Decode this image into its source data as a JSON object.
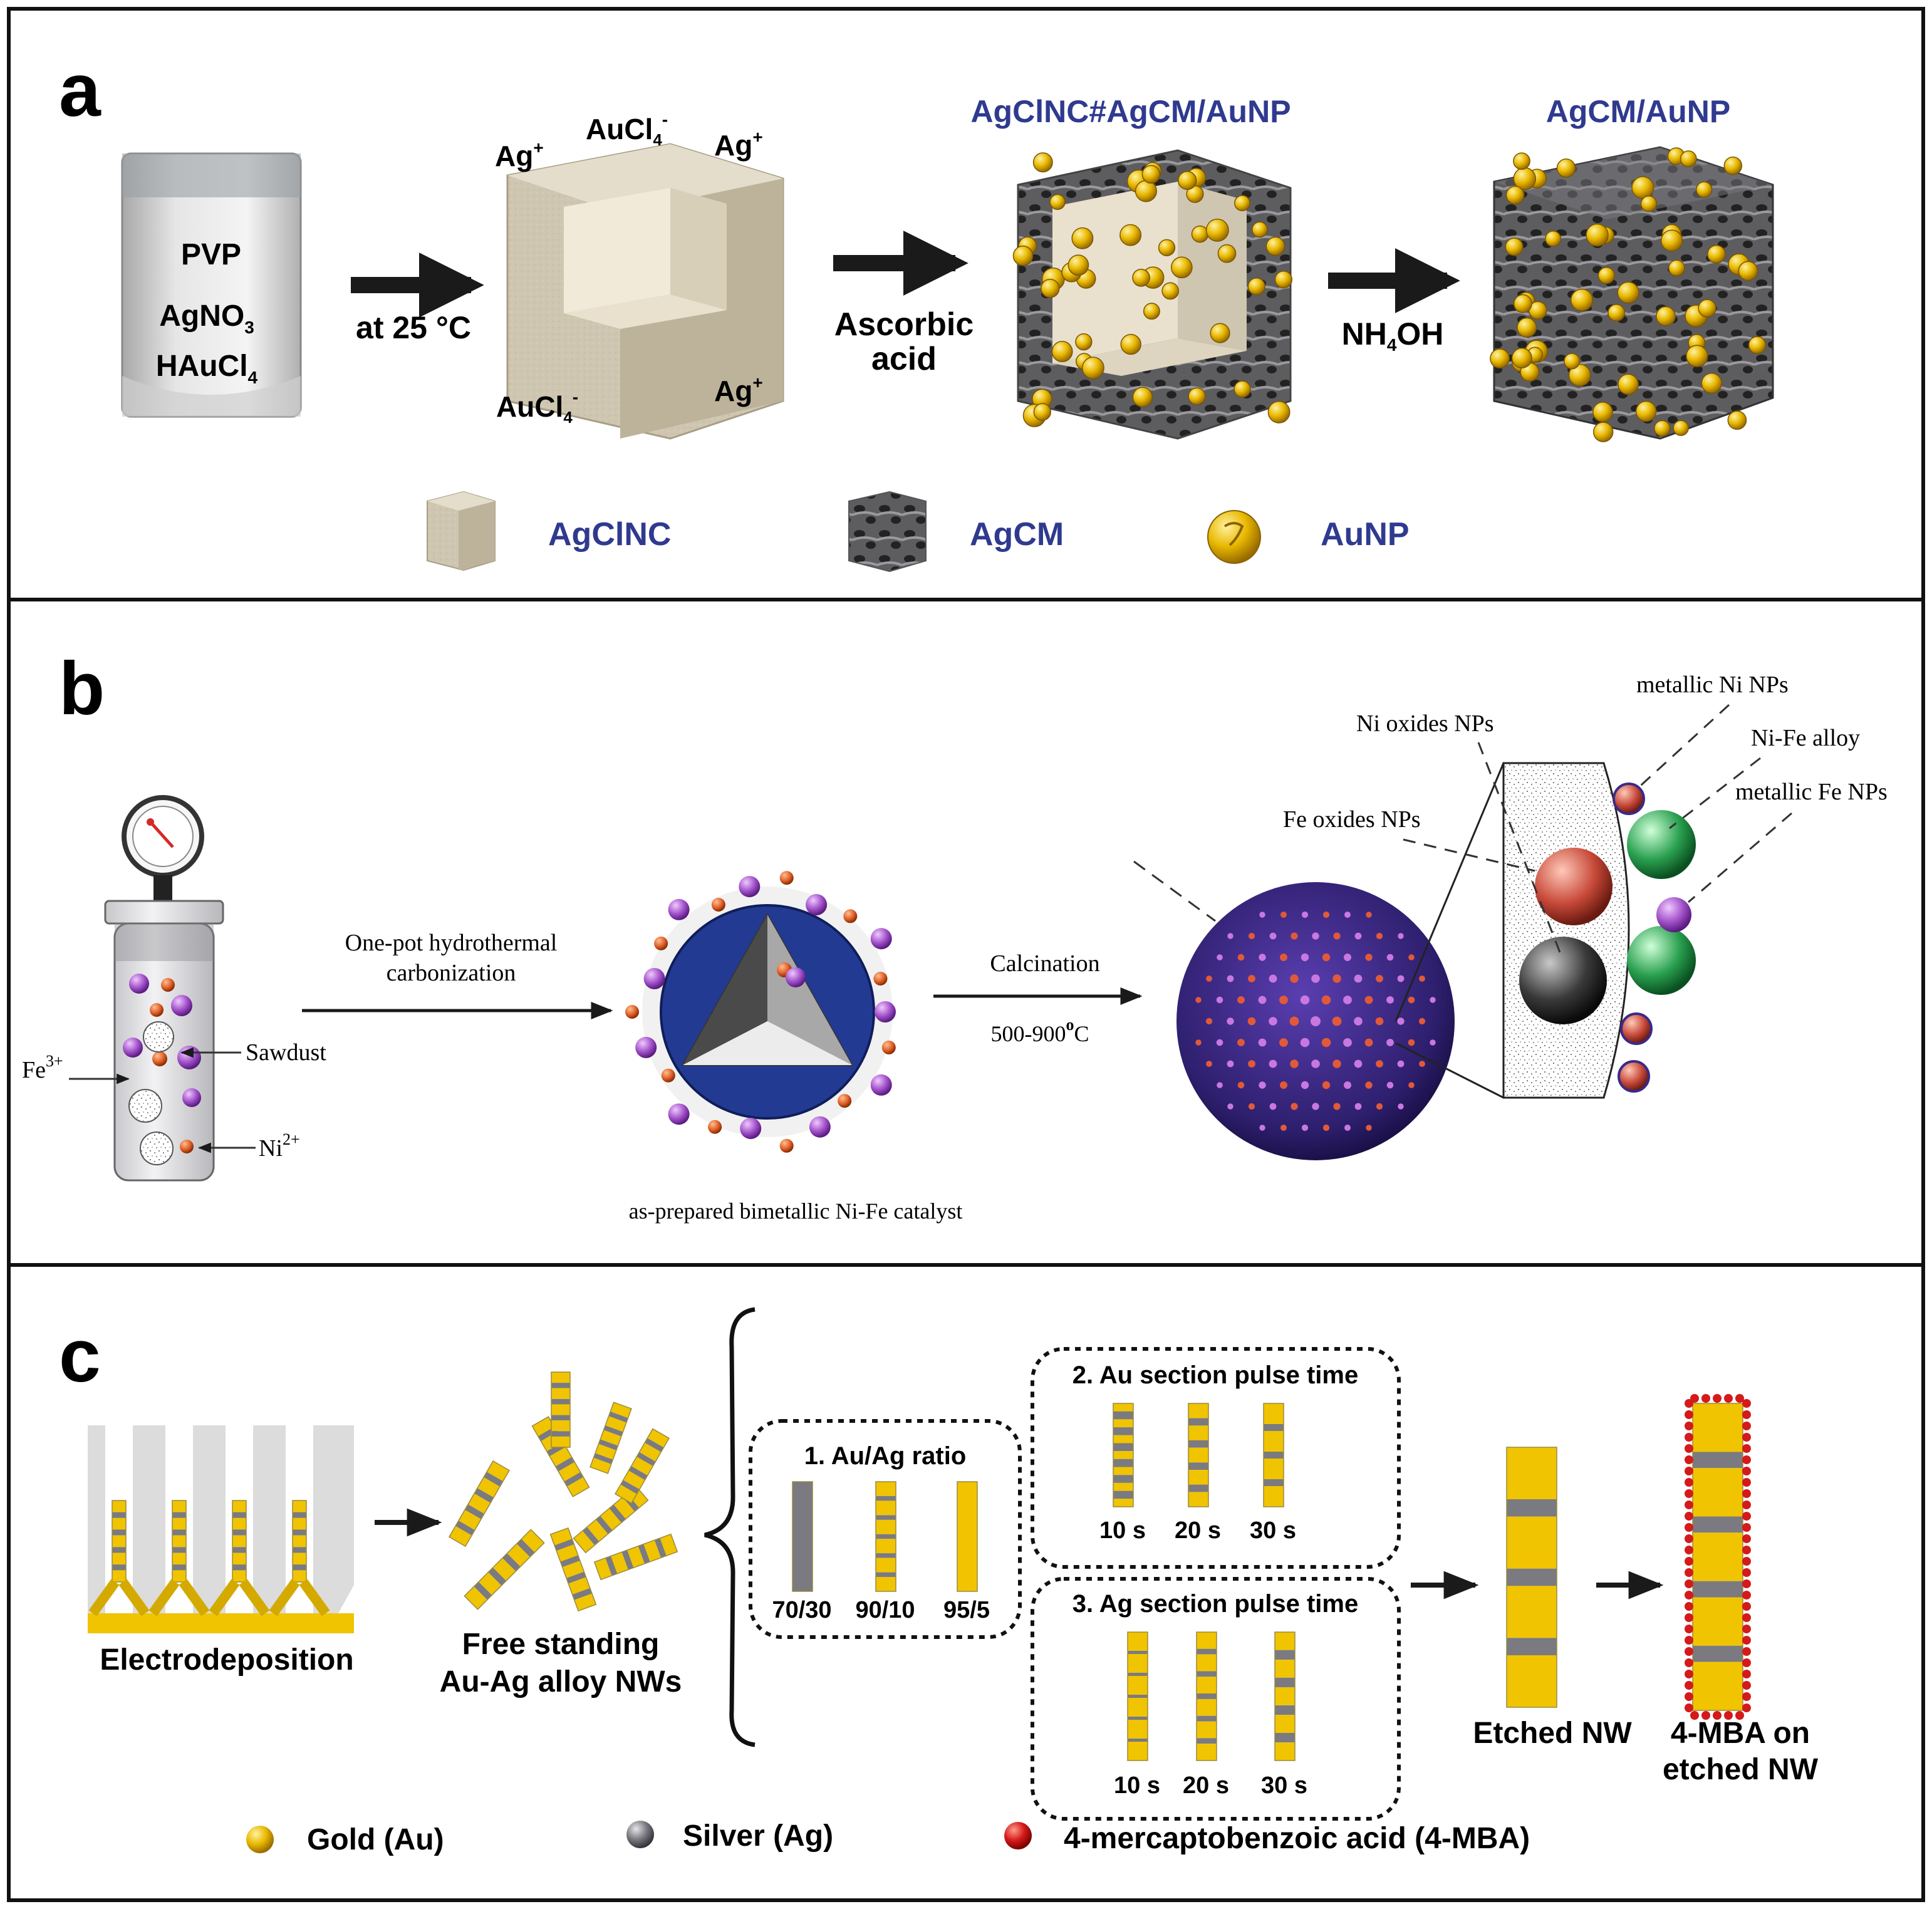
{
  "panel_a": {
    "letter": "a",
    "vial": {
      "line1": "PVP",
      "line2": "AgNO",
      "line2_sub": "3",
      "line3": "HAuCl",
      "line3_sub": "4"
    },
    "step1_label": "at 25 °C",
    "ions": {
      "ag_top_left": "Ag",
      "ag_top_left_sup": "+",
      "aucl_top": "AuCl",
      "aucl_top_sub": "4",
      "aucl_top_sup": "-",
      "ag_top_right": "Ag",
      "ag_top_right_sup": "+",
      "aucl_bottom": "AuCl",
      "aucl_bottom_sub": "4",
      "aucl_bottom_sup": "-",
      "ag_bottom_right": "Ag",
      "ag_bottom_right_sup": "+"
    },
    "step2_label_line1": "Ascorbic",
    "step2_label_line2": "acid",
    "intermediate_title": "AgClNC#AgCM/AuNP",
    "step3_label": "NH",
    "step3_label_sub": "4",
    "step3_label_end": "OH",
    "final_title": "AgCM/AuNP",
    "legend": [
      "AgClNC",
      "AgCM",
      "AuNP"
    ],
    "colors": {
      "title_blue": "#2f3a8f",
      "gold": "#e8b800",
      "cube": "#cfc6b1"
    }
  },
  "panel_b": {
    "letter": "b",
    "fe_label": "Fe",
    "fe_sup": "3+",
    "sawdust_label": "Sawdust",
    "ni_label": "Ni",
    "ni_sup": "2+",
    "step1_line1": "One-pot hydrothermal",
    "step1_line2": "carbonization",
    "catalyst_caption": "as-prepared bimetallic Ni-Fe catalyst",
    "step2_line1": "Calcination",
    "step2_line2": "500-900",
    "step2_sup": "o",
    "step2_end": "C",
    "callouts": [
      "Ni oxides NPs",
      "Fe oxides NPs",
      "metallic Ni NPs",
      "Ni-Fe alloy",
      "metallic Fe NPs"
    ],
    "colors": {
      "sphere": "#2e1f6e",
      "purple": "#a050c8",
      "orange": "#e0602a",
      "green": "#2aa050"
    }
  },
  "panel_c": {
    "letter": "c",
    "electro_label": "Electrodeposition",
    "free_line1": "Free standing",
    "free_line2": "Au-Ag alloy NWs",
    "box1_title": "1. Au/Ag ratio",
    "box1_labels": [
      "70/30",
      "90/10",
      "95/5"
    ],
    "box2_title": "2. Au section pulse time",
    "box2_labels": [
      "10 s",
      "20 s",
      "30 s"
    ],
    "box3_title": "3. Ag section pulse time",
    "box3_labels": [
      "10 s",
      "20 s",
      "30 s"
    ],
    "etched_label": "Etched NW",
    "mba_line1": "4-MBA on",
    "mba_line2": "etched NW",
    "legend": [
      "Gold (Au)",
      "Silver (Ag)",
      "4-mercaptobenzoic  acid (4-MBA)"
    ],
    "colors": {
      "gold": "#f0c400",
      "silver": "#7a7a80",
      "red": "#d41a1a"
    }
  }
}
